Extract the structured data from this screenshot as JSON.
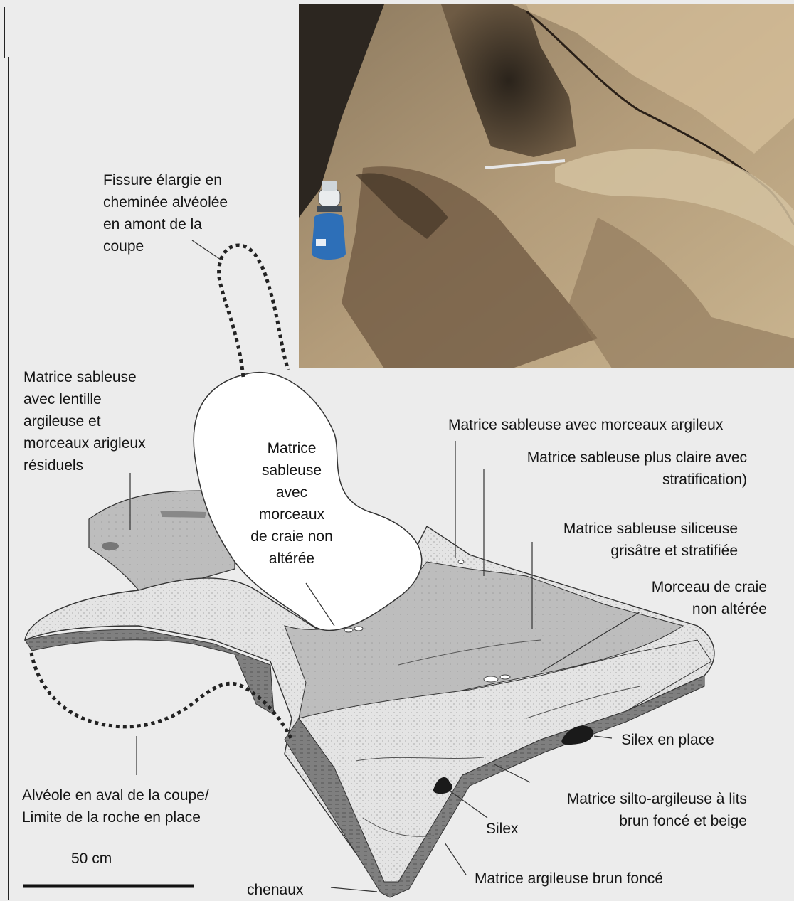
{
  "labels": {
    "fissure": "Fissure élargie en\ncheminée alvéolée\nen amont de la\ncoupe",
    "matrice_left": "Matrice sableuse\navec lentille\nargileuse et\nmorceaux arigleux\nrésiduels",
    "matrice_center": "Matrice\nsableuse\navec\nmorceaux\nde craie non\naltérée",
    "morceaux_argileux": "Matrice sableuse avec morceaux argileux",
    "plus_claire": "Matrice sableuse plus claire avec\nstratification)",
    "siliceuse": "Matrice sableuse siliceuse\ngrisâtre et stratifiée",
    "morceau_craie": "Morceau de craie\nnon altérée",
    "silex_en_place": "Silex en place",
    "silto_argileuse": "Matrice silto-argileuse à lits\nbrun foncé et beige",
    "silex": "Silex",
    "argileuse_brun": "Matrice argileuse brun foncé",
    "chenaux": "chenaux",
    "alveole": "Alvéole en aval de la coupe/\nLimite de la roche en place",
    "scale": "50 cm"
  },
  "colors": {
    "background": "#ececec",
    "light_matrix": "#e2e2e2",
    "mid_matrix": "#c9c9c9",
    "grey_matrix": "#b8b8b8",
    "dark_clay": "#8a8a8a",
    "chalk": "#ffffff",
    "silex": "#1a1a1a"
  }
}
